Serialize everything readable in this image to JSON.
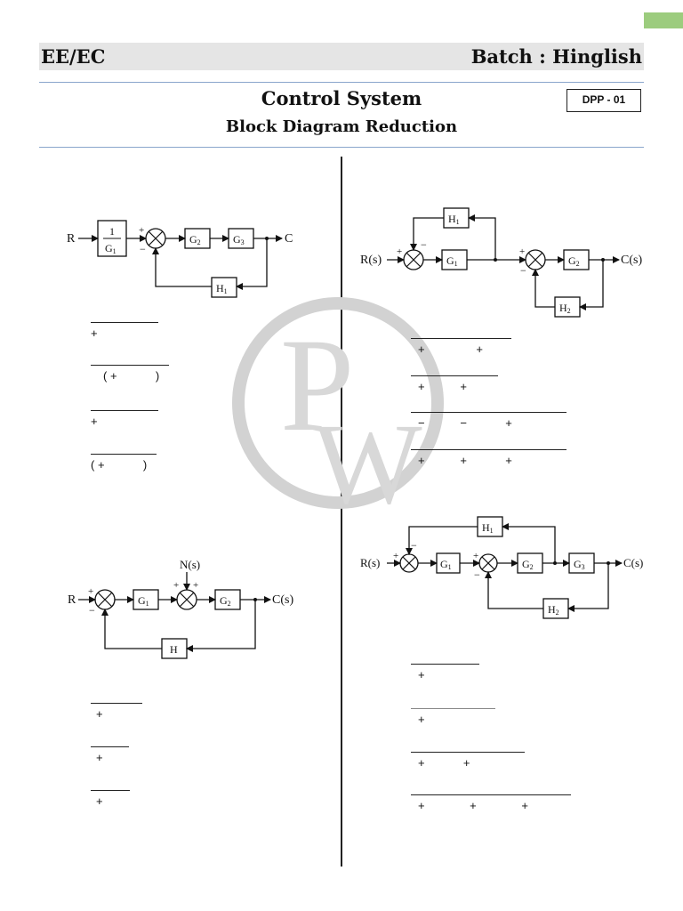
{
  "header": {
    "left": "EE/EC",
    "right": "Batch : Hinglish",
    "title": "Control System",
    "subtitle": "Block Diagram Reduction",
    "badge": "DPP - 01"
  },
  "diagrams": {
    "d1": {
      "input": "R",
      "output": "C",
      "gain_num": "1",
      "gain_den": "G",
      "gain_den_sub": "1",
      "g2": "G",
      "g2_sub": "2",
      "g3": "G",
      "g3_sub": "3",
      "h1": "H",
      "h1_sub": "1",
      "sum_plus": "+",
      "sum_minus": "−"
    },
    "d2": {
      "input": "R(s)",
      "output": "C(s)",
      "g1": "G",
      "g1_sub": "1",
      "g2": "G",
      "g2_sub": "2",
      "h1": "H",
      "h1_sub": "1",
      "h2": "H",
      "h2_sub": "2",
      "plus": "+",
      "minus": "−"
    },
    "d3": {
      "input": "R",
      "output": "C(s)",
      "noise": "N(s)",
      "g1": "G",
      "g1_sub": "1",
      "g2": "G",
      "g2_sub": "2",
      "h": "H",
      "plus": "+",
      "minus": "−"
    },
    "d4": {
      "input": "R(s)",
      "output": "C(s)",
      "g1": "G",
      "g1_sub": "1",
      "g2": "G",
      "g2_sub": "2",
      "g3": "G",
      "g3_sub": "3",
      "h1": "H",
      "h1_sub": "1",
      "h2": "H",
      "h2_sub": "2",
      "plus": "+",
      "minus": "−"
    }
  },
  "options": {
    "q1": [
      "+",
      "( +            )",
      "+",
      "( +            )"
    ],
    "q2": [
      "+                +",
      "+           +",
      "−           −            +",
      "+           +            +"
    ],
    "q3": [
      "+",
      "+",
      "+"
    ],
    "q4": [
      "+",
      "+",
      "+            +",
      "+              +              +"
    ]
  }
}
